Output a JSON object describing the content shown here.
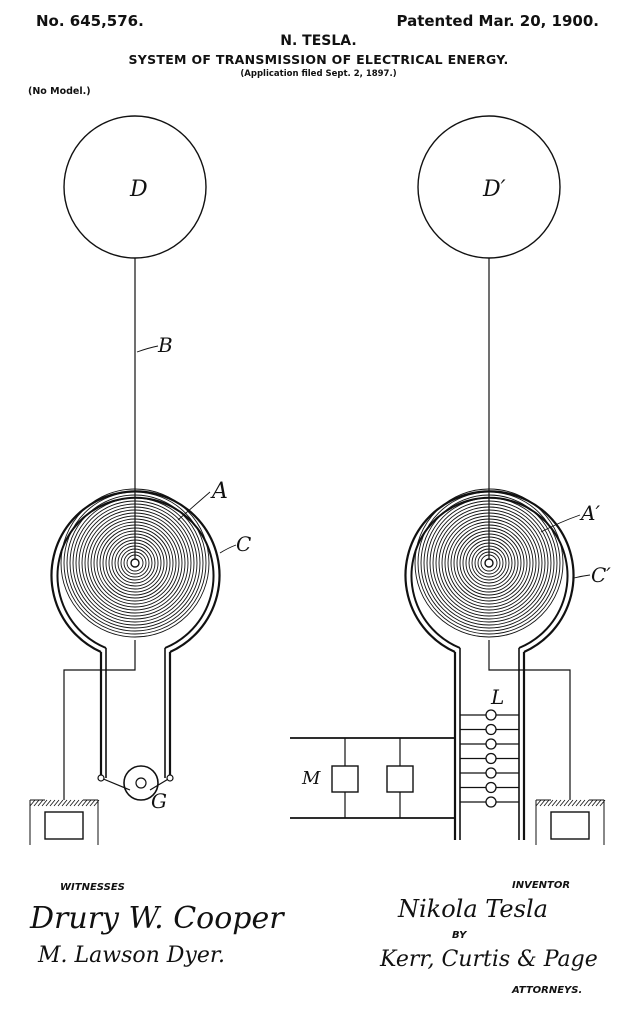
{
  "header": {
    "patent_no": "No. 645,576.",
    "patented": "Patented Mar. 20, 1900.",
    "inventor_name": "N. TESLA.",
    "title": "SYSTEM OF TRANSMISSION OF ELECTRICAL ENERGY.",
    "application": "(Application filed Sept. 2, 1897.)",
    "no_model": "(No Model.)"
  },
  "labels": {
    "D": "D",
    "D_prime": "D′",
    "B": "B",
    "A": "A",
    "A_prime": "A′",
    "C": "C",
    "C_prime": "C′",
    "G": "G",
    "L": "L",
    "M": "M"
  },
  "footer": {
    "witnesses": "WITNESSES",
    "witness_1": "Drury W. Cooper",
    "witness_2": "M. Lawson Dyer.",
    "inventor_caption": "INVENTOR",
    "inventor_signature": "Nikola Tesla",
    "by": "BY",
    "attorneys_signature": "Kerr, Curtis & Page",
    "attorneys": "ATTORNEYS."
  },
  "colors": {
    "ink": "#111111",
    "paper": "#ffffff"
  }
}
